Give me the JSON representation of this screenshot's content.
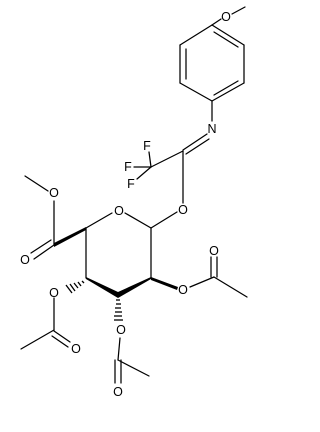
{
  "atoms": {
    "methoxy_O": "O",
    "imine_N": "N",
    "F_top": "F",
    "F_left": "F",
    "F_lower": "F",
    "anomeric_O": "O",
    "ring_O": "O",
    "ester_carbonyl_O": "O",
    "ester_O": "O",
    "acetoxy_O_C2": "O",
    "acetyl_carbonyl_O_C2": "O",
    "acetoxy_O_C3": "O",
    "acetyl_carbonyl_O_C3": "O",
    "acetoxy_O_C4": "O",
    "acetyl_carbonyl_O_C4": "O"
  }
}
